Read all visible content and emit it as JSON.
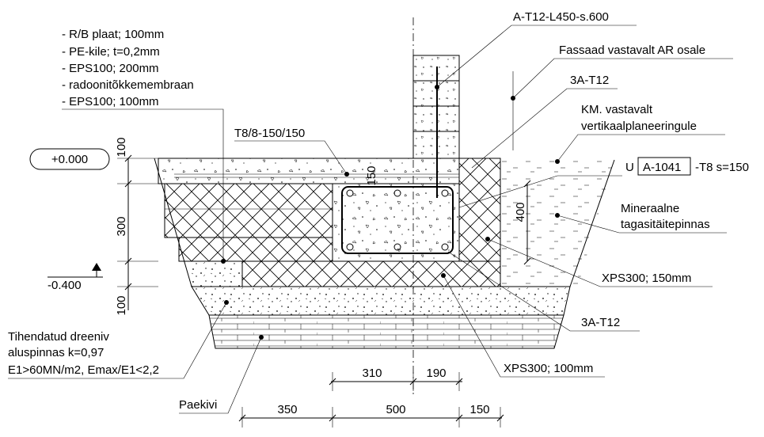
{
  "elevation_zero": "+0.000",
  "elevation_minus": "-0.400",
  "layers": [
    "- R/B plaat; 100mm",
    "- PE-kile; t=0,2mm",
    "- EPS100; 200mm",
    "- radoonitõkkemembraan",
    "- EPS100; 100mm"
  ],
  "labels": {
    "rebar_top": "A-T12-L450-s.600",
    "facade": "Fassaad vastavalt AR osale",
    "rebar_3a_top": "3A-T12",
    "km_line1": "KM. vastavalt",
    "km_line2": "vertikaalplaneeringule",
    "mesh": "T8/8-150/150",
    "u_prefix": "U",
    "u_ref": "A-1041",
    "u_suffix": "-T8 s=150",
    "fill_line1": "Mineraalne",
    "fill_line2": "tagasitäitepinnas",
    "xps150": "XPS300; 150mm",
    "rebar_3a_bottom": "3A-T12",
    "xps100": "XPS300; 100mm",
    "base_line1": "Tihendatud dreeniv",
    "base_line2": "aluspinnas k=0,97",
    "base_line3": "E1>60MN/m2, Emax/E1<2,2",
    "limestone": "Paekivi"
  },
  "dimensions": {
    "left": [
      "100",
      "300",
      "100"
    ],
    "beam_height": "400",
    "beam_top": "150",
    "upper": [
      "310",
      "190"
    ],
    "lower": [
      "350",
      "500",
      "150"
    ]
  }
}
